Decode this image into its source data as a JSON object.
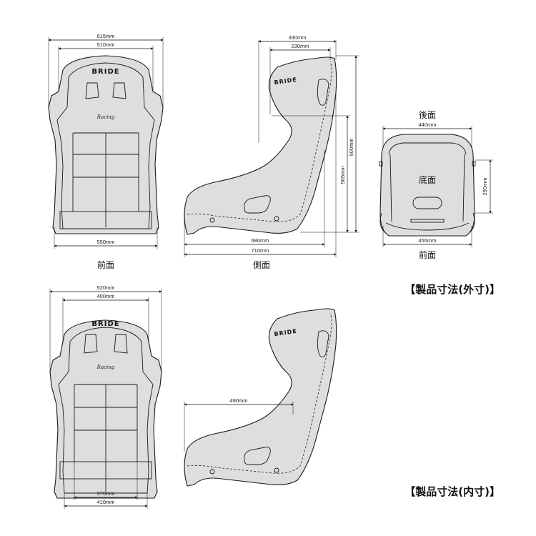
{
  "brand_logo": "BRIDE",
  "model_script": "Racing",
  "exterior": {
    "front": {
      "caption": "前面",
      "top_outer_width": "615mm",
      "top_inner_width": "510mm",
      "bottom_width": "550mm"
    },
    "side": {
      "caption": "側面",
      "top_outer_depth": "330mm",
      "top_inner_depth": "230mm",
      "bottom_inner_depth": "680mm",
      "bottom_outer_depth": "710mm",
      "total_height": "900mm",
      "seat_height": "565mm"
    },
    "rear": {
      "caption_top": "後面",
      "width_top": "440mm",
      "label_bottom_face": "底面",
      "height": "290mm",
      "width_bottom": "455mm",
      "caption_bottom": "前面"
    },
    "title": "【製品寸法(外寸)】"
  },
  "interior": {
    "front": {
      "top_outer_width": "520mm",
      "top_inner_width": "400mm",
      "bottom_inner_width": "370mm",
      "bottom_outer_width": "410mm"
    },
    "side": {
      "seat_depth": "490mm"
    },
    "title": "【製品寸法(内寸)】"
  }
}
